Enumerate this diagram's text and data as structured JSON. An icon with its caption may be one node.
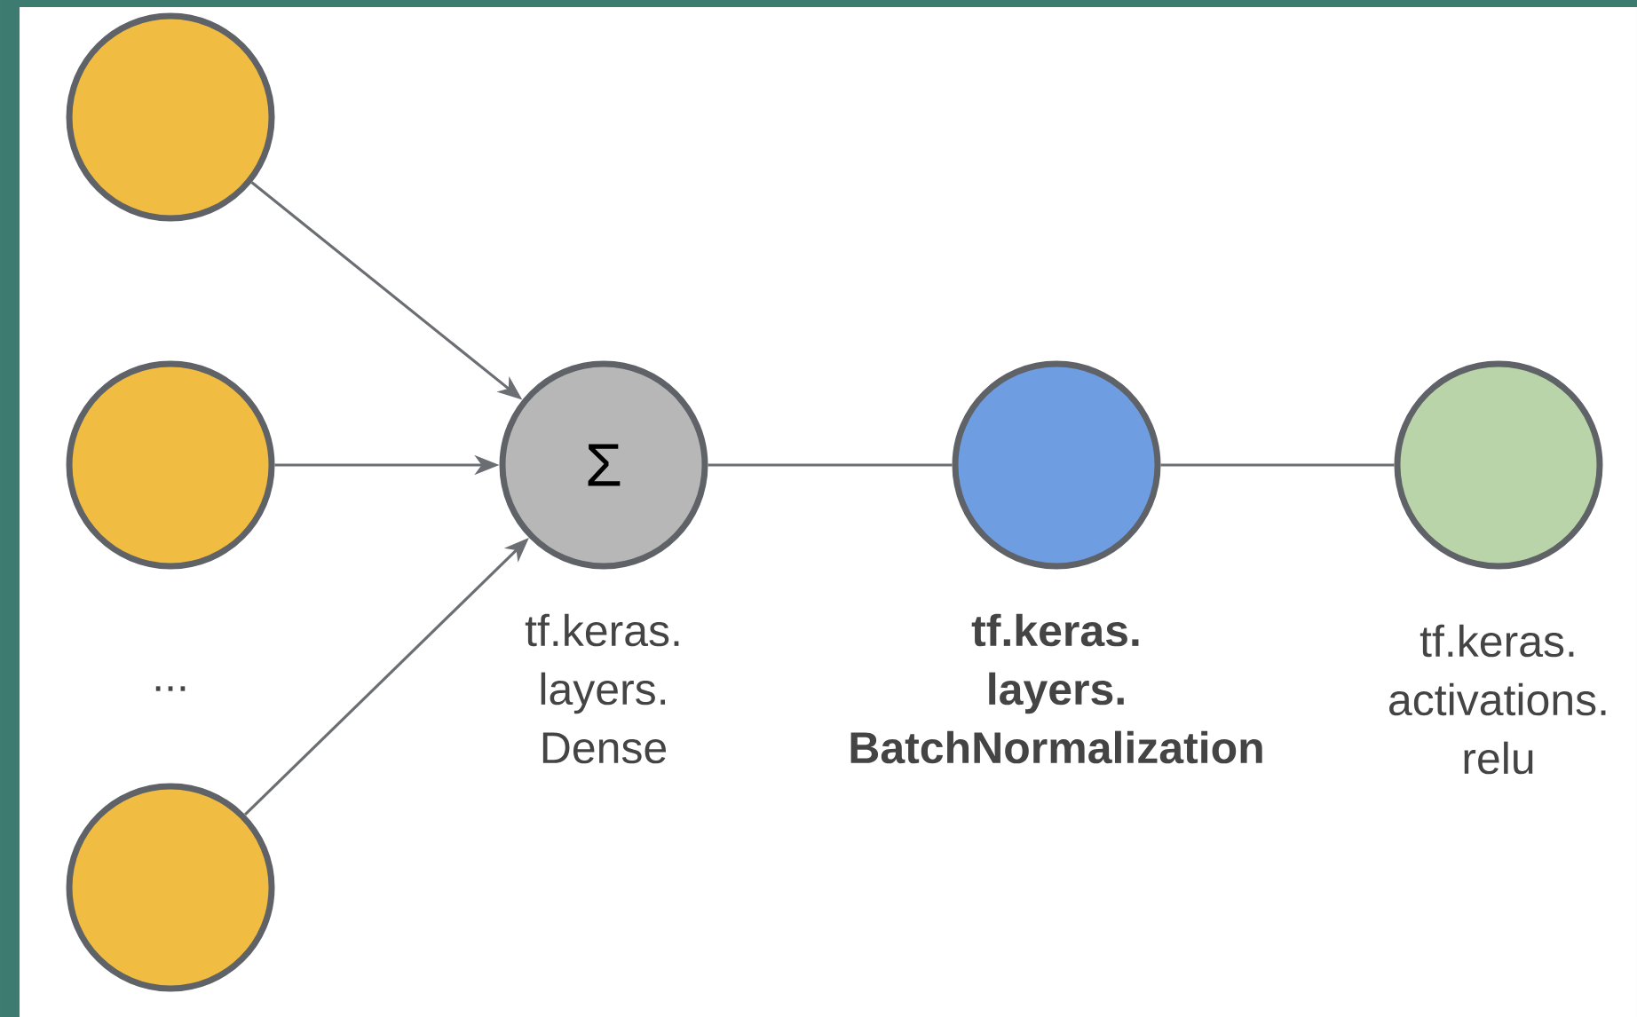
{
  "diagram": {
    "nodes": [
      {
        "text": [],
        "shape": "circle"
      },
      {
        "text": [],
        "shape": "circle"
      },
      {
        "text": [],
        "shape": "circle"
      },
      {
        "text": [
          "Σ"
        ],
        "beside": [
          "tf.keras. layers. Dense"
        ]
      },
      {
        "text": [],
        "shape": "circle",
        "beside": [
          "tf.keras. layers. BatchNormalization"
        ]
      },
      {
        "text": [],
        "shape": "circle",
        "beside": [
          "tf.keras. activations. relu"
        ]
      }
    ],
    "edges": [
      {
        "from": 0,
        "to": 3,
        "arrow": "to"
      },
      {
        "from": 1,
        "to": 3,
        "arrow": "to"
      },
      {
        "from": 2,
        "to": 3,
        "arrow": "to"
      },
      {
        "from": 3,
        "to": 4,
        "arrow": "none"
      },
      {
        "from": 4,
        "to": 5,
        "arrow": "none"
      }
    ],
    "labels": [
      "..."
    ]
  }
}
